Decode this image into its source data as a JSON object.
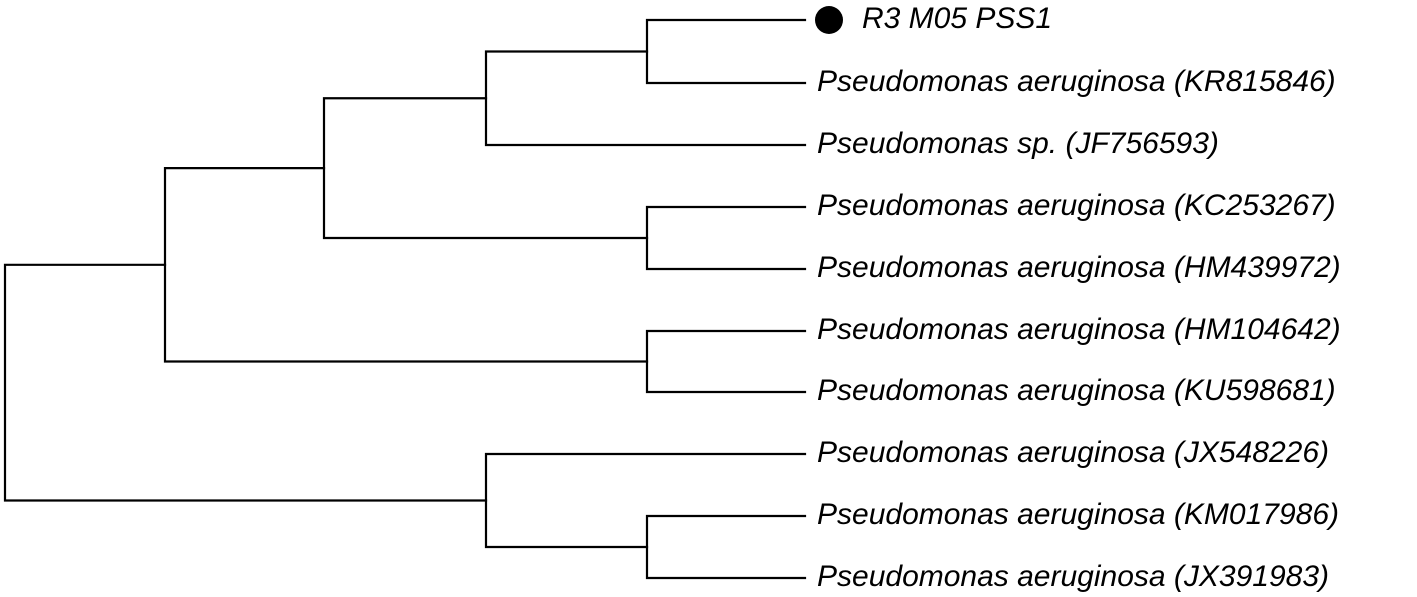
{
  "tree": {
    "leaves": [
      {
        "id": "L1",
        "label": "R3 M05 PSS1",
        "marker": "filled-circle"
      },
      {
        "id": "L2",
        "label": "Pseudomonas aeruginosa (KR815846)"
      },
      {
        "id": "L3",
        "label": "Pseudomonas sp. (JF756593)"
      },
      {
        "id": "L4",
        "label": "Pseudomonas aeruginosa (KC253267)"
      },
      {
        "id": "L5",
        "label": "Pseudomonas aeruginosa (HM439972)"
      },
      {
        "id": "L6",
        "label": "Pseudomonas aeruginosa (HM104642)"
      },
      {
        "id": "L7",
        "label": "Pseudomonas aeruginosa (KU598681)"
      },
      {
        "id": "L8",
        "label": "Pseudomonas aeruginosa (JX548226)"
      },
      {
        "id": "L9",
        "label": "Pseudomonas aeruginosa (KM017986)"
      },
      {
        "id": "L10",
        "label": "Pseudomonas aeruginosa (JX391983)"
      }
    ],
    "topology": [
      [
        "root",
        "A",
        "N"
      ],
      [
        "A",
        "B",
        "L6L7"
      ],
      [
        "B",
        "C",
        "L4L5"
      ],
      [
        "C",
        "L1L2",
        "L3"
      ],
      [
        "L1L2",
        "L1",
        "L2"
      ],
      [
        "L4L5",
        "L4",
        "L5"
      ],
      [
        "L6L7",
        "L6",
        "L7"
      ],
      [
        "N",
        "L8",
        "L9L10"
      ],
      [
        "L9L10",
        "L9",
        "L10"
      ]
    ],
    "node_depth": {
      "root": 0,
      "A": 1,
      "N": 3,
      "B": 2,
      "L6L7": 4,
      "C": 3,
      "L4L5": 4,
      "L1L2": 4,
      "L9L10": 4
    },
    "leaf_depth": 5
  }
}
